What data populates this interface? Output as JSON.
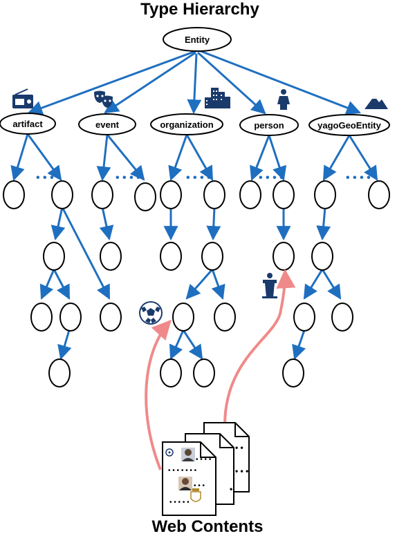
{
  "title": "Type Hierarchy",
  "footer": "Web Contents",
  "root": {
    "label": "Entity"
  },
  "types": [
    {
      "key": "artifact",
      "label": "artifact",
      "icon": "radio-icon"
    },
    {
      "key": "event",
      "label": "event",
      "icon": "theater-masks-icon"
    },
    {
      "key": "organization",
      "label": "organization",
      "icon": "buildings-icon"
    },
    {
      "key": "person",
      "label": "person",
      "icon": "person-icon"
    },
    {
      "key": "yago",
      "label": "yagoGeoEntity",
      "icon": "mountain-icon"
    }
  ],
  "subtree_icons": [
    "soccer-ball-icon",
    "podium-speaker-icon"
  ],
  "document_icons": [
    "champions-league-logo-icon",
    "player-photo-icon",
    "player-photo-icon",
    "real-madrid-crest-icon"
  ],
  "colors": {
    "edge": "#1f6fc0",
    "link": "#f08a8a",
    "icon": "#1a3a6b"
  }
}
